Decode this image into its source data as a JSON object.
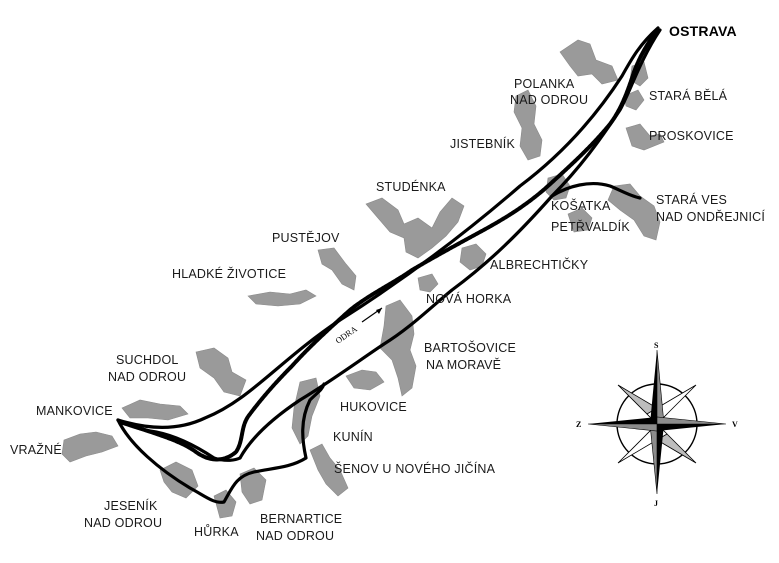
{
  "map": {
    "cities": {
      "ostrava": "OSTRAVA"
    },
    "places": [
      {
        "key": "polanka_1",
        "text": "POLANKA"
      },
      {
        "key": "polanka_2",
        "text": "NAD ODROU"
      },
      {
        "key": "stara_bela",
        "text": "STARÁ BĚLÁ"
      },
      {
        "key": "proskovice",
        "text": "PROSKOVICE"
      },
      {
        "key": "jistebnik",
        "text": "JISTEBNÍK"
      },
      {
        "key": "stara_ves_1",
        "text": "STARÁ VES"
      },
      {
        "key": "stara_ves_2",
        "text": "NAD ONDŘEJNICÍ"
      },
      {
        "key": "studenka",
        "text": "STUDÉNKA"
      },
      {
        "key": "kosatka",
        "text": "KOŠATKA"
      },
      {
        "key": "petrvaldik",
        "text": "PETŘVALDÍK"
      },
      {
        "key": "pustejov",
        "text": "PUSTĚJOV"
      },
      {
        "key": "albrechticky",
        "text": "ALBRECHTIČKY"
      },
      {
        "key": "hladke",
        "text": "HLADKÉ ŽIVOTICE"
      },
      {
        "key": "nova_horka",
        "text": "NOVÁ HORKA"
      },
      {
        "key": "bartosovice_1",
        "text": "BARTOŠOVICE"
      },
      {
        "key": "bartosovice_2",
        "text": "NA MORAVĚ"
      },
      {
        "key": "suchdol_1",
        "text": "SUCHDOL"
      },
      {
        "key": "suchdol_2",
        "text": "NAD ODROU"
      },
      {
        "key": "hukovice",
        "text": "HUKOVICE"
      },
      {
        "key": "mankovice",
        "text": "MANKOVICE"
      },
      {
        "key": "kunin",
        "text": "KUNÍN"
      },
      {
        "key": "vrazne",
        "text": "VRAŽNÉ"
      },
      {
        "key": "senov",
        "text": "ŠENOV U NOVÉHO JIČÍNA"
      },
      {
        "key": "jesenik_1",
        "text": "JESENÍK"
      },
      {
        "key": "jesenik_2",
        "text": "NAD ODROU"
      },
      {
        "key": "hurka",
        "text": "HŮRKA"
      },
      {
        "key": "bernartice_1",
        "text": "BERNARTICE"
      },
      {
        "key": "bernartice_2",
        "text": "NAD ODROU"
      }
    ],
    "river": "ODRA",
    "compass": {
      "north": "S",
      "south": "J",
      "west": "Z",
      "east": "V"
    },
    "colors": {
      "settlement": "#9a9a9a",
      "route": "#000000",
      "background": "#ffffff"
    }
  }
}
